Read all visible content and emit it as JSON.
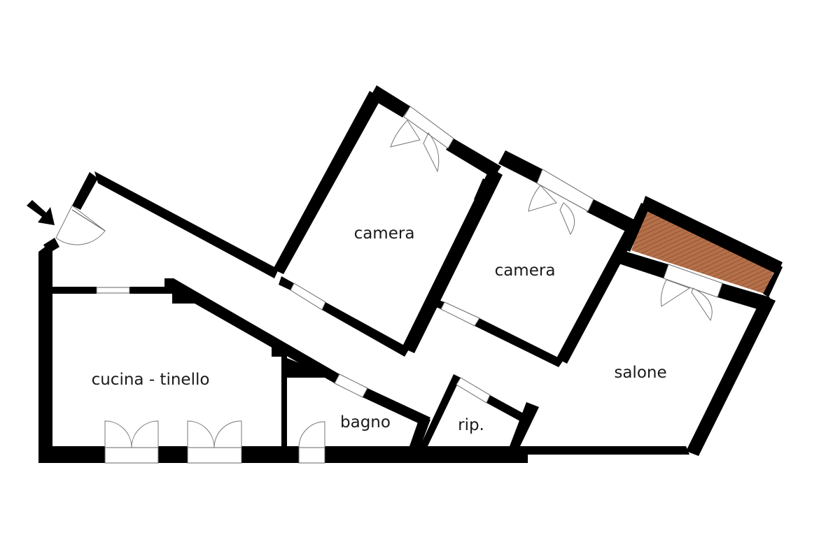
{
  "rooms": {
    "camera_1": "camera",
    "camera_2": "camera",
    "salone": "salone",
    "cucina_tinello": "cucina - tinello",
    "bagno": "bagno",
    "rip": "rip."
  },
  "colors": {
    "wall": "#000000",
    "floor": "#ffffff",
    "balcony_terracotta": "#b5704a",
    "balcony_pattern": "#8f5434"
  },
  "icons": {
    "entrance": "entrance-arrow-icon"
  }
}
